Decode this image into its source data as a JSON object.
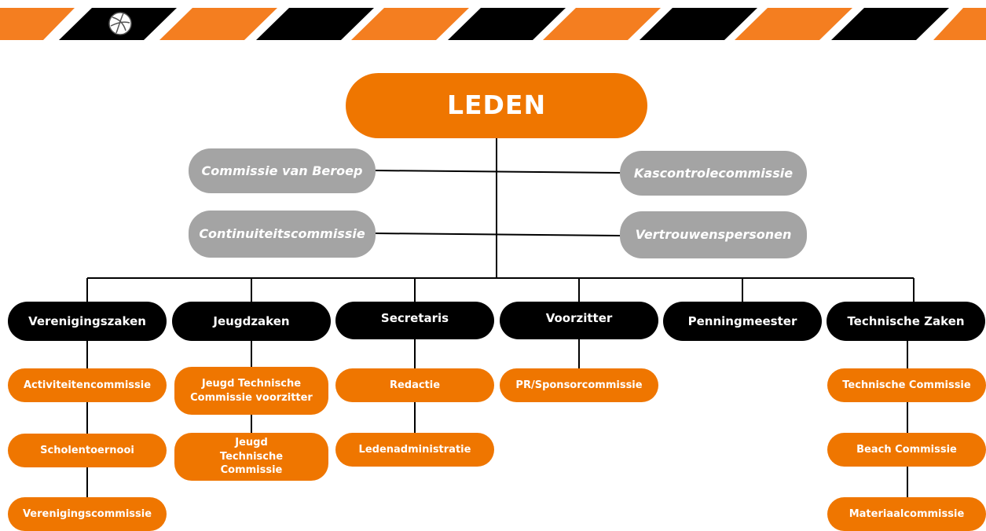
{
  "banner": {
    "colors": {
      "orange": "#f47e20",
      "black": "#000000"
    },
    "logo_icon": "volleyball-logo-icon"
  },
  "chart": {
    "root": "LEDEN",
    "side_left": [
      "Commissie van Beroep",
      "Continuiteitscommissie"
    ],
    "side_right": [
      "Kascontrolecommissie",
      "Vertrouwenspersonen"
    ],
    "departments": [
      {
        "name": "Verenigingszaken",
        "subs": [
          "Activiteitencommissie",
          "Scholentoernooi",
          "Verenigingscommissie"
        ]
      },
      {
        "name": "Jeugdzaken",
        "subs": [
          "Jeugd Technische Commissie voorzitter",
          "Jeugd Technische Commissie"
        ]
      },
      {
        "name": "Secretaris",
        "subs": [
          "Redactie",
          "Ledenadministratie"
        ]
      },
      {
        "name": "Voorzitter",
        "subs": [
          "PR/Sponsorcommissie"
        ]
      },
      {
        "name": "Penningmeester",
        "subs": []
      },
      {
        "name": "Technische Zaken",
        "subs": [
          "Technische Commissie",
          "Beach Commissie",
          "Materiaalcommissie"
        ]
      }
    ],
    "colors": {
      "orange": "#ef7600",
      "grey": "#a4a4a4",
      "black": "#000000",
      "text": "#ffffff"
    }
  }
}
